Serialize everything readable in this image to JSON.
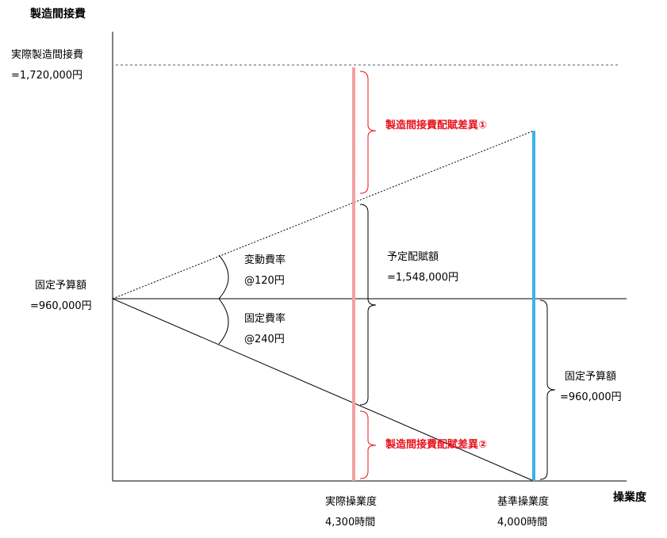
{
  "axes": {
    "y_title": "製造間接費",
    "x_title": "操業度"
  },
  "actual_overhead": {
    "label": "実際製造間接費",
    "value": "=1,720,000円"
  },
  "fixed_budget_left": {
    "label": "固定予算額",
    "value": "=960,000円"
  },
  "variable_rate": {
    "label": "変動費率",
    "value": "@120円"
  },
  "fixed_rate": {
    "label": "固定費率",
    "value": "@240円"
  },
  "variance_1": "製造間接費配賦差異①",
  "variance_2": "製造間接費配賦差異②",
  "applied": {
    "label": "予定配賦額",
    "value": "=1,548,000円"
  },
  "fixed_budget_right": {
    "label": "固定予算額",
    "value": "=960,000円"
  },
  "actual_activity": {
    "label": "実際操業度",
    "value": "4,300時間"
  },
  "normal_activity": {
    "label": "基準操業度",
    "value": "4,000時間"
  },
  "colors": {
    "actual_line": "#f4a0a2",
    "normal_line": "#3ab4e6",
    "variance_text": "#e8121d",
    "dashed_line": "#4a5a7a"
  }
}
